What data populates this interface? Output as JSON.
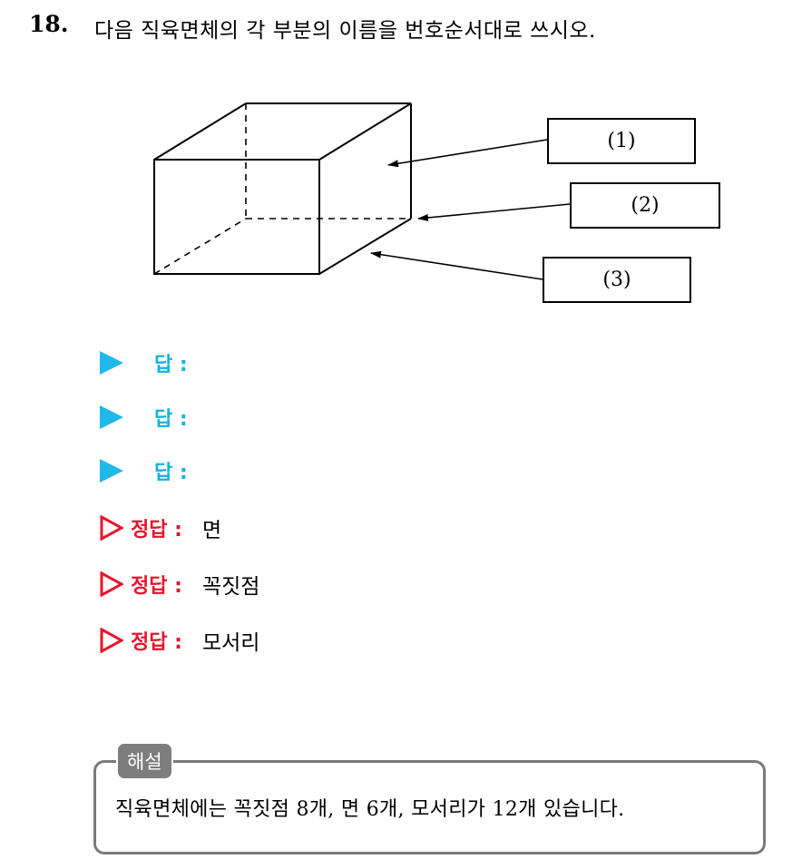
{
  "question": {
    "number": "18.",
    "text": "다음 직육면체의 각 부분의 이름을 번호순서대로 쓰시오."
  },
  "diagram": {
    "callouts": [
      "(1)",
      "(2)",
      "(3)"
    ]
  },
  "answers": [
    {
      "label": "답 :"
    },
    {
      "label": "답 :"
    },
    {
      "label": "답 :"
    }
  ],
  "correct_answers": [
    {
      "label": "정답 :",
      "value": "면"
    },
    {
      "label": "정답 :",
      "value": "꼭짓점"
    },
    {
      "label": "정답 :",
      "value": "모서리"
    }
  ],
  "explanation": {
    "tag": "해설",
    "text": "직육면체에는 꼭짓점 8개, 면 6개, 모서리가 12개 있습니다."
  },
  "colors": {
    "answer_marker": "#1fb8ea",
    "correct_marker": "#e8142a",
    "explanation_border": "#7a7a7a"
  }
}
